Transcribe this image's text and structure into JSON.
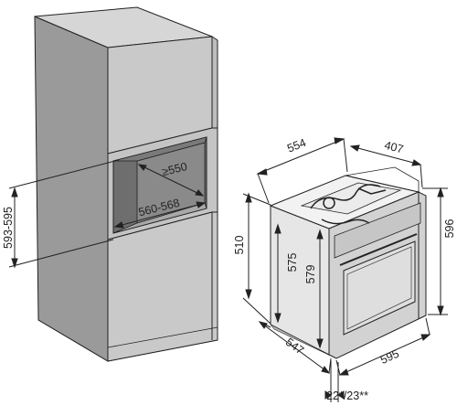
{
  "colors": {
    "line": "#222222",
    "cabinet_front": "#c9c9c9",
    "cabinet_side": "#9a9a9a",
    "cabinet_top": "#d6d6d6",
    "niche_dark": "#6e6e6e",
    "oven_face": "#d2d2d2",
    "oven_top": "#f2f2f2",
    "oven_side": "#e6e6e6"
  },
  "cabinet": {
    "niche_height": "593-595",
    "niche_depth": "≥550",
    "niche_width": "560-568"
  },
  "oven": {
    "top_depth": "554",
    "top_width": "407",
    "height_left": "510",
    "height_body": "575",
    "height_front": "579",
    "height_right": "596",
    "bottom_depth": "547",
    "bottom_width": "595",
    "fascia_depth": "22*/23**"
  }
}
